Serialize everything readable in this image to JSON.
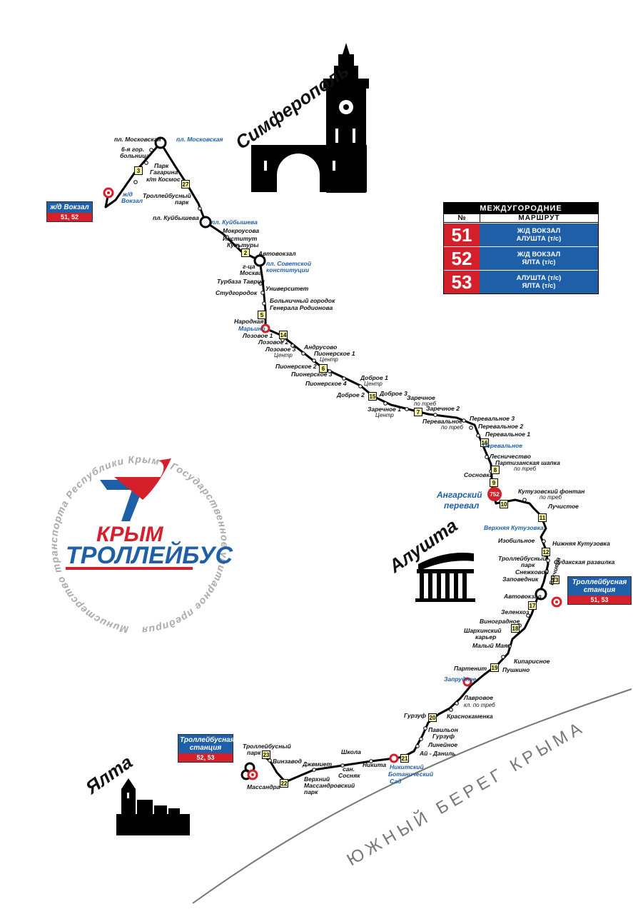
{
  "cities": {
    "simferopol": "Симферополь",
    "alushta": "Алушта",
    "yalta": "Ялта"
  },
  "coast": "ЮЖНЫЙ БЕРЕГ КРЫМА",
  "logo": {
    "ring": "Министерство транспорта Республики Крым ◦ Государственное унитарное предприятие ◦",
    "line1": "КРЫМ",
    "line2": "ТРОЛЛЕЙБУС"
  },
  "routes_table": {
    "title": "МЕЖДУГОРОДНИЕ",
    "col_num": "№",
    "col_route": "МАРШРУТ",
    "rows": [
      {
        "num": "51",
        "line1": "Ж/Д ВОКЗАЛ",
        "line2": "АЛУШТА (т/с)"
      },
      {
        "num": "52",
        "line1": "Ж/Д ВОКЗАЛ",
        "line2": "ЯЛТА (т/с)"
      },
      {
        "num": "53",
        "line1": "АЛУШТА (т/с)",
        "line2": "ЯЛТА (т/с)"
      }
    ]
  },
  "terminals": {
    "vokzal": {
      "name": "ж/д Вокзал",
      "routes": "51, 52"
    },
    "alushta": {
      "name": "Троллейбусная станция",
      "routes": "51, 53"
    },
    "yalta": {
      "name": "Троллейбусная станция",
      "routes": "52, 53"
    }
  },
  "pass": {
    "name": "Ангарский перевал",
    "height": "752"
  },
  "km_markers": [
    "3",
    "27",
    "2",
    "5",
    "14",
    "6",
    "15",
    "7",
    "16",
    "8",
    "9",
    "10",
    "11",
    "12",
    "13",
    "17",
    "18",
    "19",
    "20",
    "21",
    "23",
    "22"
  ],
  "stops": {
    "s1": "пл. Московская",
    "s2": "пл. Московская",
    "s3": "6-я гор. больница",
    "s4": "Парк Гагарина",
    "s5": "к/т Космос",
    "s6": "ж/д Вокзал",
    "s7": "Троллейбусный парк",
    "s8": "пл. Куйбышева",
    "s9": "пл. Куйбышева",
    "s10": "Мокроусова",
    "s11": "Институт Культуры",
    "s12": "Автовокзал",
    "s13": "г-ца Москва",
    "s14": "пл. Советской конституции",
    "s15": "Турбаза Таврия",
    "s16": "Университет",
    "s17": "Студгородок",
    "s18": "Больничный городок Генерала Родионова",
    "s19": "Народная",
    "s20": "Марьино",
    "s21": "Лозовое 1",
    "s22": "Лозовое 2",
    "s23": "Лозовое 3",
    "s23b": "Центр",
    "s24": "Андрусово",
    "s25": "Пионерское 1",
    "s25b": "Центр",
    "s26": "Пионерское 2",
    "s27": "Пионерское 3",
    "s28": "Пионерское 4",
    "s29": "Доброе 1",
    "s29b": "Центр",
    "s30": "Доброе 2",
    "s31": "Доброе 3",
    "s32": "Заречное",
    "s32b": "по треб",
    "s33": "Заречное 1",
    "s33b": "Центр",
    "s34": "Заречное 2",
    "s35": "Перевальное",
    "s35b": "по треб",
    "s36": "Перевальное 3",
    "s37": "Перевальное 2",
    "s38": "Перевальное 1",
    "s39": "Перевальное",
    "s40": "Лесничество",
    "s41": "Партизанская шапка",
    "s41b": "по треб",
    "s42": "Сосновка",
    "s43": "Кутузовский фонтан",
    "s43b": "по треб",
    "s44": "Лучистое",
    "s45": "Верхняя Кутузовка",
    "s46": "Изобильное",
    "s47": "Нижняя Кутузовка",
    "s48": "Троллейбусный парк",
    "s49": "Судакская развилка",
    "s50": "Снежковой",
    "s51": "Заповедник",
    "s52": "Бахчиева",
    "s53": "Автовокзал",
    "s54": "Зеленхоз",
    "s55": "Виноградное",
    "s56": "Шархинский карьер",
    "s57": "Малый Маяк",
    "s58": "Кипарисное",
    "s59": "Партенит",
    "s60": "Пушкино",
    "s61": "Запрудное",
    "s62": "Лавровое",
    "s63": "кл. по треб",
    "s64": "Краснокаменка",
    "s65": "Гурзуф",
    "s66": "Павильон Гурзуф",
    "s67": "Линейное",
    "s68": "Ай - Даниль",
    "s69": "Никитский Ботанический Сад",
    "s70": "Никита",
    "s71": "Школа",
    "s72": "сан. Сосняк",
    "s73": "Джвмиет",
    "s74": "Верхний Массандровский парк",
    "s75": "Массандра",
    "s76": "Винзавод",
    "s77": "Троллейбусный парк"
  },
  "colors": {
    "route": "#000000",
    "blue": "#1f5fa8",
    "red": "#d4202a"
  }
}
